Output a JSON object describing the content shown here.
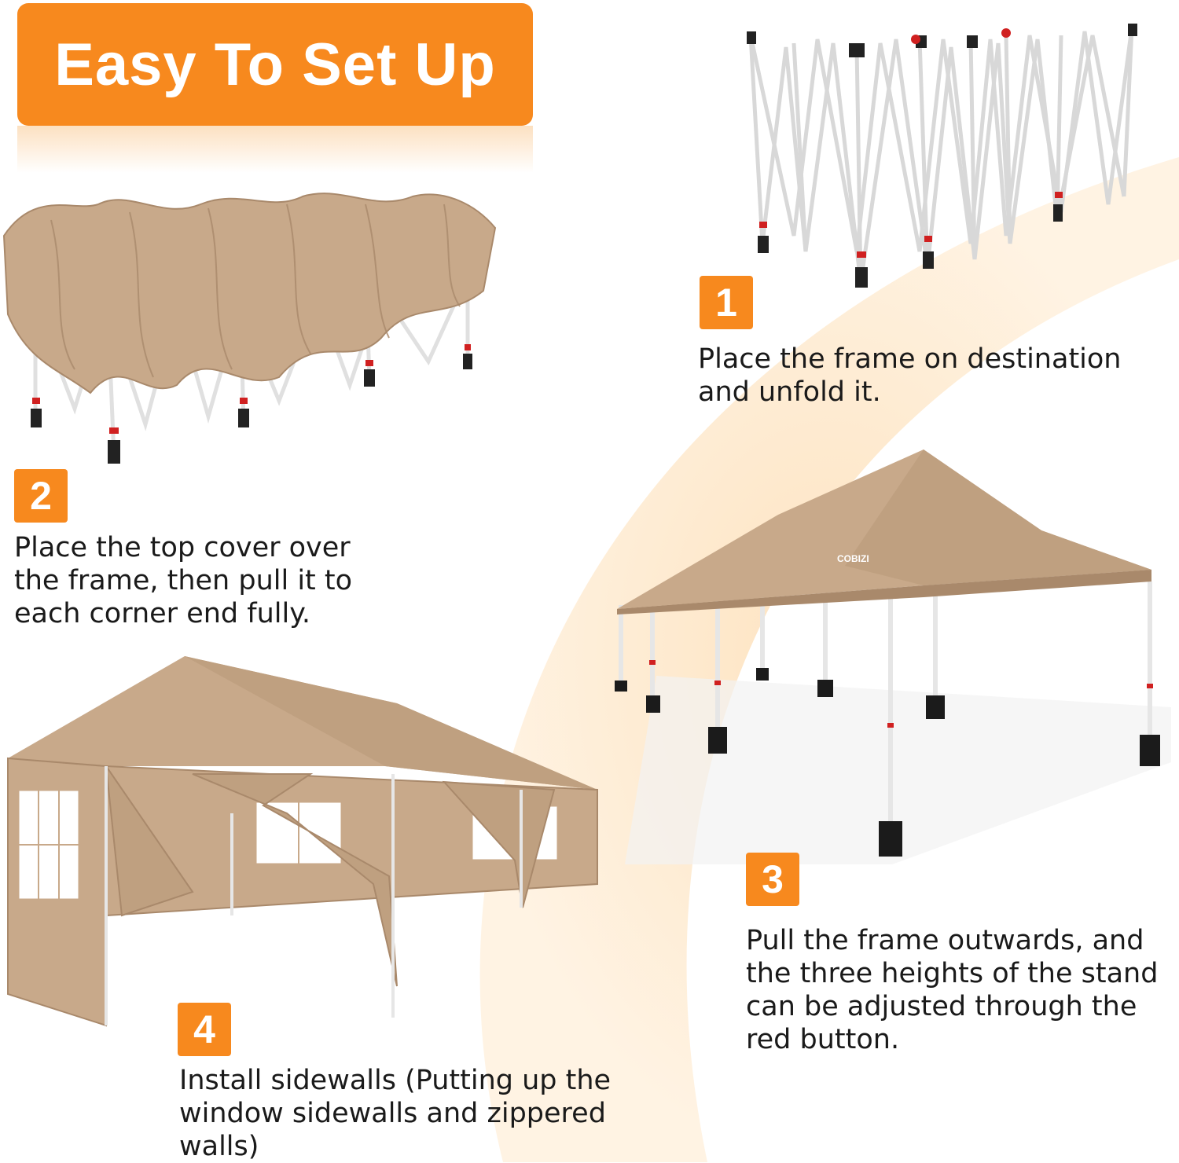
{
  "title": "Easy To Set Up",
  "brand_logo": "COBIZI",
  "colors": {
    "accent": "#f7891e",
    "canopy": "#c8a98a",
    "canopy_dark": "#a9896b",
    "frame": "#ffffff",
    "swoosh": "#fde0b8"
  },
  "steps": [
    {
      "number": "1",
      "text": "Place the frame on destination\nand unfold it."
    },
    {
      "number": "2",
      "text": "Place the top cover over\nthe frame, then pull it to\neach corner end fully."
    },
    {
      "number": "3",
      "text": "Pull the frame outwards, and\nthe three heights of the stand\ncan be adjusted through the\nred button."
    },
    {
      "number": "4",
      "text": "Install sidewalls (Putting up the\nwindow sidewalls and zippered\n walls)"
    }
  ]
}
